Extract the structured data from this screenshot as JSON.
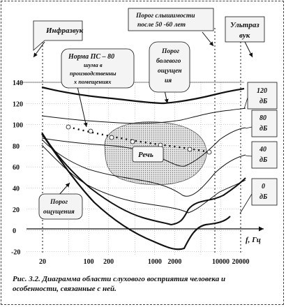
{
  "chart_data": {
    "type": "diagram",
    "y_ticks": [
      "140",
      "120",
      "100",
      "80",
      "60",
      "40",
      "20",
      "0",
      "-20"
    ],
    "x_ticks": [
      "20",
      "100",
      "200",
      "1000",
      "2000",
      "10000",
      "20000"
    ],
    "x_axis_label": "f, Гц",
    "labels": {
      "infrasound": "Инфразвук",
      "ultrasound": [
        "Ультраз",
        "вук"
      ],
      "elderly_threshold": [
        "Порог слышимости",
        "после 50 -60 лет"
      ],
      "noise_norm": [
        "Норма ПС – 80",
        "шума в",
        "производственны",
        "х помещениях"
      ],
      "pain_threshold": [
        "Порог",
        "болевого",
        "ощущен",
        "ия"
      ],
      "speech": "Речь",
      "hearing_threshold": [
        "Порог",
        "ощущения"
      ],
      "db_120": [
        "120",
        "дБ"
      ],
      "db_80": [
        "80",
        "дБ"
      ],
      "db_40": [
        "40",
        "дБ"
      ],
      "db_0": [
        "0",
        "дБ"
      ]
    }
  },
  "caption": [
    "Рис. 3.2. Диаграмма области слухового восприятия человека и",
    "особенности, связанные с ней."
  ]
}
